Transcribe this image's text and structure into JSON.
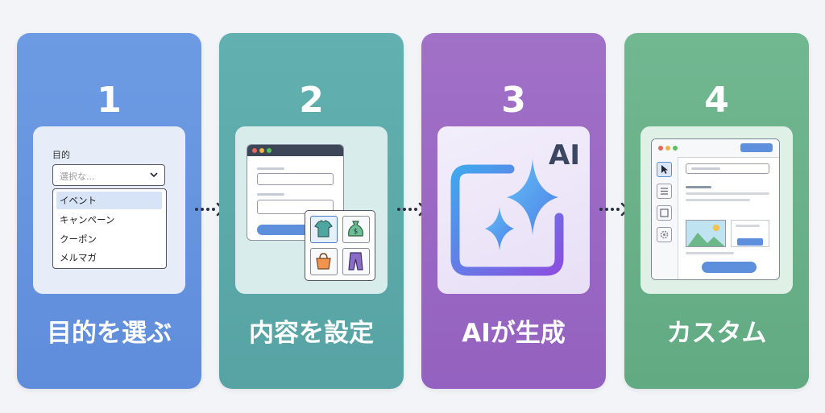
{
  "steps": [
    {
      "number": "1",
      "title": "目的を選ぶ"
    },
    {
      "number": "2",
      "title": "内容を設定"
    },
    {
      "number": "3",
      "title": "AIが生成"
    },
    {
      "number": "4",
      "title": "カスタム"
    }
  ],
  "step1_mock": {
    "field_label": "目的",
    "placeholder": "選択な...",
    "options": [
      "イベント",
      "キャンペーン",
      "クーポン",
      "メルマガ"
    ]
  },
  "step3_mock": {
    "badge": "AI"
  },
  "icons": {
    "step1": "dropdown-form-icon",
    "step2": "browser-form-with-product-grid-icon",
    "step3": "ai-sparkle-icon",
    "step4": "editor-window-icon",
    "connector": "dotted-arrow-icon"
  },
  "colors": {
    "step1": "#6494df",
    "step2": "#5caaaa",
    "step3": "#9a68c4",
    "step4": "#69b089",
    "background": "#f2f4f8"
  }
}
